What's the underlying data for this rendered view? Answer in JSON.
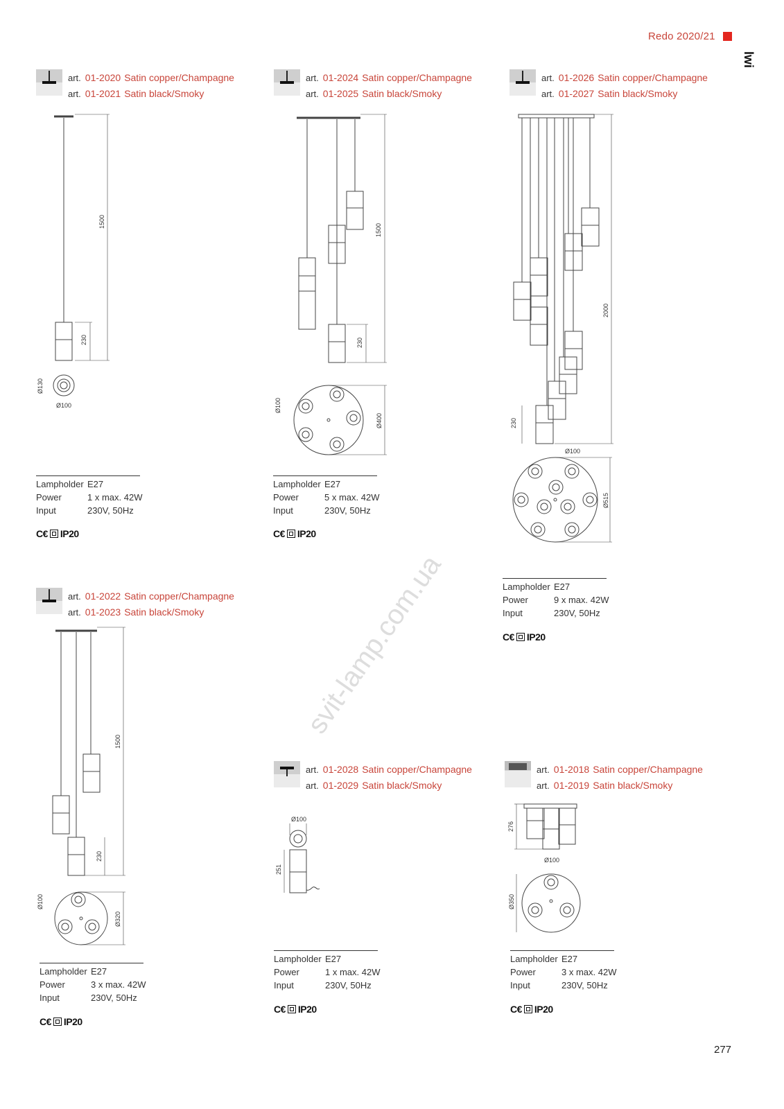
{
  "header": {
    "collection": "Redo 2020/21",
    "brand": "lwi",
    "accent": "#e3261f"
  },
  "page_number": "277",
  "watermark": "svit-lamp.com.ua",
  "art_prefix": "art.",
  "spec_labels": {
    "lampholder": "Lampholder",
    "power": "Power",
    "input": "Input"
  },
  "cert": {
    "ce": "C€",
    "ip": "IP20"
  },
  "products": [
    {
      "arts": [
        {
          "code": "01-2020",
          "finish": "Satin copper/Champagne"
        },
        {
          "code": "01-2021",
          "finish": "Satin black/Smoky"
        }
      ],
      "dims": {
        "height": "1500",
        "lamp": "230",
        "d1": "Ø130",
        "d2": "Ø100"
      },
      "specs": {
        "lampholder": "E27",
        "power": "1 x max. 42W",
        "input": "230V, 50Hz"
      }
    },
    {
      "arts": [
        {
          "code": "01-2024",
          "finish": "Satin copper/Champagne"
        },
        {
          "code": "01-2025",
          "finish": "Satin black/Smoky"
        }
      ],
      "dims": {
        "height": "1500",
        "lamp": "230",
        "d1": "Ø100",
        "d2": "Ø400"
      },
      "specs": {
        "lampholder": "E27",
        "power": "5 x max. 42W",
        "input": "230V, 50Hz"
      }
    },
    {
      "arts": [
        {
          "code": "01-2026",
          "finish": "Satin copper/Champagne"
        },
        {
          "code": "01-2027",
          "finish": "Satin black/Smoky"
        }
      ],
      "dims": {
        "height": "2000",
        "lamp": "230",
        "d1": "Ø100",
        "d2": "Ø515"
      },
      "specs": {
        "lampholder": "E27",
        "power": "9 x max. 42W",
        "input": "230V, 50Hz"
      }
    },
    {
      "arts": [
        {
          "code": "01-2022",
          "finish": "Satin copper/Champagne"
        },
        {
          "code": "01-2023",
          "finish": "Satin black/Smoky"
        }
      ],
      "dims": {
        "height": "1500",
        "lamp": "230",
        "d1": "Ø100",
        "d2": "Ø320"
      },
      "specs": {
        "lampholder": "E27",
        "power": "3 x max. 42W",
        "input": "230V, 50Hz"
      }
    },
    {
      "arts": [
        {
          "code": "01-2028",
          "finish": "Satin copper/Champagne"
        },
        {
          "code": "01-2029",
          "finish": "Satin black/Smoky"
        }
      ],
      "dims": {
        "d1": "Ø100",
        "height": "251"
      },
      "specs": {
        "lampholder": "E27",
        "power": "1 x max. 42W",
        "input": "230V, 50Hz"
      }
    },
    {
      "arts": [
        {
          "code": "01-2018",
          "finish": "Satin copper/Champagne"
        },
        {
          "code": "01-2019",
          "finish": "Satin black/Smoky"
        }
      ],
      "dims": {
        "height": "276",
        "d1": "Ø100",
        "d2": "Ø350"
      },
      "specs": {
        "lampholder": "E27",
        "power": "3 x max. 42W",
        "input": "230V, 50Hz"
      }
    }
  ]
}
